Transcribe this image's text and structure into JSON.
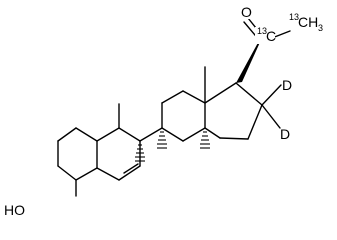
{
  "molecule": {
    "atom_labels": {
      "hydroxyl": "HO",
      "ketone_oxygen": "O",
      "carbonyl_isotope": "13",
      "carbonyl_element": "C",
      "methyl_isotope": "13",
      "methyl_element": "CH",
      "methyl_subscript": "3",
      "deuterium_top": "D",
      "deuterium_bottom": "D"
    }
  }
}
